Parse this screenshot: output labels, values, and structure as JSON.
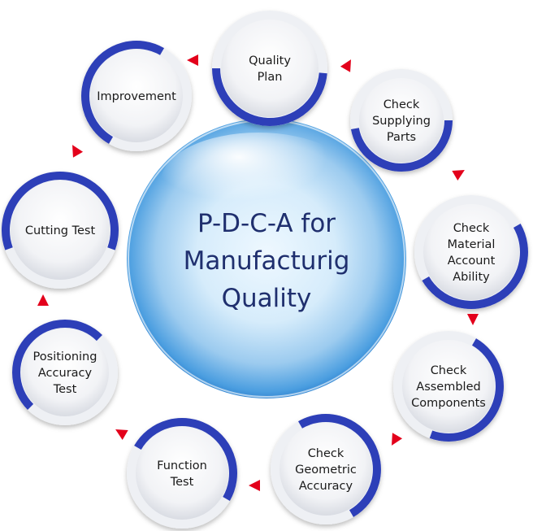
{
  "diagram": {
    "center": {
      "title_lines": [
        "P-D-C-A for",
        "Manufacturig",
        "Quality"
      ]
    },
    "nodes": [
      {
        "id": "quality-plan",
        "lines": [
          "Quality",
          "Plan"
        ]
      },
      {
        "id": "check-supplying-parts",
        "lines": [
          "Check",
          "Supplying",
          "Parts"
        ]
      },
      {
        "id": "check-material-account-ability",
        "lines": [
          "Check",
          "Material",
          "Account",
          "Ability"
        ]
      },
      {
        "id": "check-assembled-components",
        "lines": [
          "Check",
          "Assembled",
          "Components"
        ]
      },
      {
        "id": "check-geometric-accuracy",
        "lines": [
          "Check",
          "Geometric",
          "Accuracy"
        ]
      },
      {
        "id": "function-test",
        "lines": [
          "Function",
          "Test"
        ]
      },
      {
        "id": "positioning-accuracy-test",
        "lines": [
          "Positioning",
          "Accuracy",
          "Test"
        ]
      },
      {
        "id": "cutting-test",
        "lines": [
          "Cutting Test"
        ]
      },
      {
        "id": "improvement",
        "lines": [
          "Improvement"
        ]
      }
    ],
    "colors": {
      "ring_blue": "#2d3fb8",
      "ring_light": "#eef0f4",
      "arrow_red": "#e3001b",
      "title_blue": "#1f2f6e",
      "sphere_light": "#eaf6ff",
      "sphere_dark": "#2f86d6"
    }
  }
}
